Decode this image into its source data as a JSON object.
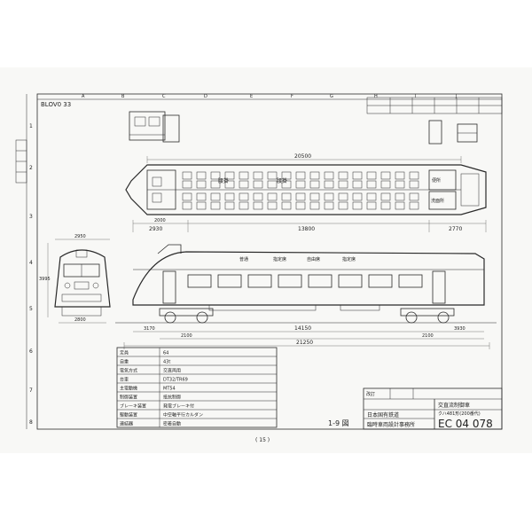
{
  "sheet": {
    "drawing_id_topleft": "BLOV0 33",
    "column_letters": [
      "A",
      "B",
      "C",
      "D",
      "E",
      "F",
      "G",
      "H",
      "I",
      "J"
    ],
    "row_numbers": [
      "1",
      "2",
      "3",
      "4",
      "5",
      "6",
      "7",
      "8"
    ],
    "page_mark": "( 15 )",
    "handwritten_sheet_no": "1-9 図"
  },
  "dimensions": {
    "plan_overall_length": "20500",
    "plan_center_span": "13800",
    "plan_left_end": "2930",
    "plan_right_end": "2770",
    "plan_bay_left": "2000",
    "side_overall_length": "21250",
    "side_truck_centers": "14150",
    "side_wheelbase_left": "2100",
    "side_wheelbase_right": "2100",
    "side_end_left": "3170",
    "side_end_right": "3930",
    "front_width": "2950",
    "front_bogie_width": "2800",
    "front_height": "3995"
  },
  "plan_labels": {
    "seats_label": "腰掛",
    "lavatory_label": "便所",
    "washroom_label": "洗面所"
  },
  "side_labels": {
    "window_marks": [
      "普通",
      "指定席",
      "自由席",
      "指定席"
    ]
  },
  "spec_table": {
    "rows": [
      {
        "label": "定員",
        "value": "64"
      },
      {
        "label": "自重",
        "value": "43t"
      },
      {
        "label": "電気方式",
        "value": "交直両用"
      },
      {
        "label": "台車",
        "value": "DT32/TR69"
      },
      {
        "label": "主電動機",
        "value": "MT54"
      },
      {
        "label": "制御装置",
        "value": "抵抗制御"
      },
      {
        "label": "ブレーキ装置",
        "value": "発電ブレーキ付"
      },
      {
        "label": "駆動装置",
        "value": "中空軸平行カルダン"
      },
      {
        "label": "連結器",
        "value": "密着自動"
      }
    ]
  },
  "title_block": {
    "revision_header": "改訂",
    "designer_org_1": "日本国有鉄道",
    "designer_org_2": "臨時車両設計事務所",
    "vehicle_title": "交直流制御車",
    "vehicle_subtitle": "クハ481形(200番代)",
    "drawing_number": "EC 04 078"
  }
}
